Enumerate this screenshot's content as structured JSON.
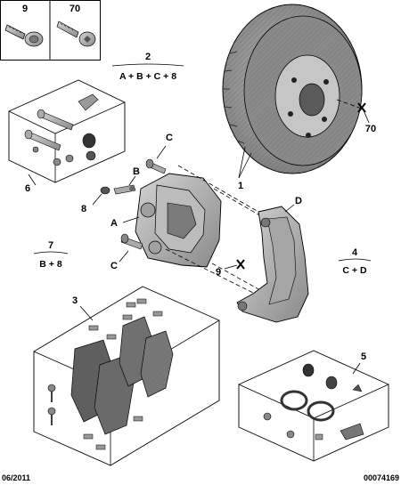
{
  "parts": {
    "p9": "9",
    "p70": "70",
    "p2": "2",
    "p2_formula": "A + B + C + 8",
    "p70b": "70",
    "p1": "1",
    "p6": "6",
    "pC_top": "C",
    "pB": "B",
    "p8": "8",
    "pA": "A",
    "pD": "D",
    "p7": "7",
    "p7_formula": "B + 8",
    "pC_bottom": "C",
    "p9b": "9",
    "p4": "4",
    "p4_formula": "C + D",
    "p3": "3",
    "p5": "5"
  },
  "footer": {
    "date": "06/2011",
    "ref": "00074169"
  },
  "colors": {
    "disc": "#8e8e8e",
    "disc_dark": "#5a5a5a",
    "metal": "#9a9a9a",
    "metal_light": "#c8c8c8",
    "line": "#000000"
  }
}
